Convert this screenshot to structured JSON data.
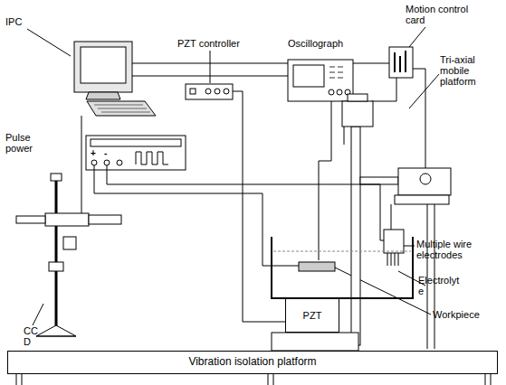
{
  "diagram": {
    "nodes": [
      {
        "text": [
          "PZT"
        ]
      },
      {
        "text": [
          "Vibration isolation platform"
        ]
      }
    ],
    "labels": [
      "IPC",
      "PZT controller",
      "Oscillograph",
      "Motion control card",
      "Tri-axial mobile platform",
      "Pulse power",
      "+",
      "-",
      "Multiple wire electrodes",
      "Electrolyt e",
      "CC D",
      "Workpiece"
    ]
  }
}
